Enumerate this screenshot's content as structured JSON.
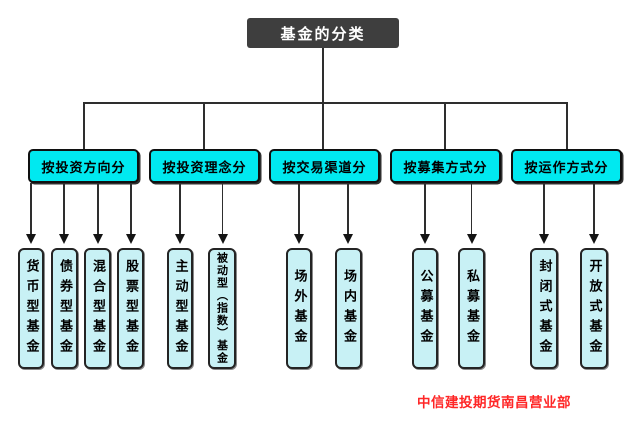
{
  "tree": {
    "root": "基金的分类",
    "branches": [
      {
        "label": "按投资方向分",
        "children": [
          "货币型基金",
          "债券型基金",
          "混合型基金",
          "股票型基金"
        ]
      },
      {
        "label": "按投资理念分",
        "children": [
          "主动型基金",
          "被动型（指数）基金"
        ]
      },
      {
        "label": "按交易渠道分",
        "children": [
          "场外基金",
          "场内基金"
        ]
      },
      {
        "label": "按募集方式分",
        "children": [
          "公募基金",
          "私募基金"
        ]
      },
      {
        "label": "按运作方式分",
        "children": [
          "封闭式基金",
          "开放式基金"
        ]
      }
    ]
  },
  "footer": {
    "text": "中信建投期货南昌营业部"
  },
  "colors": {
    "background": "#ffffff",
    "root_fill": "#3e3e3e",
    "category_fill": "#00e9f0",
    "leaf_fill": "#c8f1f5",
    "line": "#2e2e2e",
    "footer_color": "#ff2626"
  }
}
